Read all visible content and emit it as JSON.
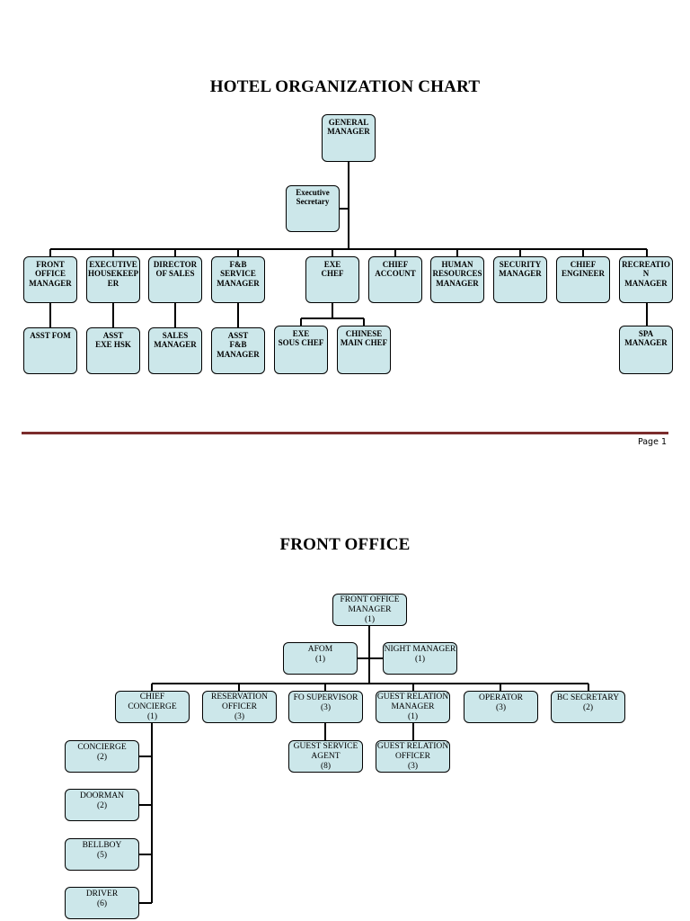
{
  "chart1": {
    "title": "HOTEL ORGANIZATION CHART",
    "nodes": {
      "gm": [
        "GENERAL",
        "MANAGER"
      ],
      "exec_sec": [
        "Executive",
        "Secretary"
      ],
      "fom": [
        "FRONT",
        "OFFICE",
        "MANAGER"
      ],
      "exe_hk": [
        "EXECUTIVE",
        "HOUSEKEEP",
        "ER"
      ],
      "dos": [
        "DIRECTOR",
        "OF SALES"
      ],
      "fb": [
        "F&B",
        "SERVICE",
        "MANAGER"
      ],
      "exe_chef": [
        "EXE",
        "CHEF"
      ],
      "chief_acc": [
        "CHIEF",
        "ACCOUNT"
      ],
      "hr": [
        "HUMAN",
        "RESOURCES",
        "MANAGER"
      ],
      "sec": [
        "SECURITY",
        "MANAGER"
      ],
      "eng": [
        "CHIEF",
        "ENGINEER"
      ],
      "rec": [
        "RECREATIO",
        "N",
        "MANAGER"
      ],
      "asst_fom": [
        "ASST FOM"
      ],
      "asst_hsk": [
        "ASST",
        "EXE HSK"
      ],
      "sales_mgr": [
        "SALES",
        "MANAGER"
      ],
      "asst_fb": [
        "ASST",
        "F&B",
        "MANAGER"
      ],
      "sous": [
        "EXE",
        "SOUS CHEF"
      ],
      "chinese": [
        "CHINESE",
        "MAIN CHEF"
      ],
      "spa": [
        "SPA",
        "MANAGER"
      ]
    }
  },
  "page_label": "Page 1",
  "chart2": {
    "title": "FRONT OFFICE",
    "nodes": {
      "fom": [
        "FRONT OFFICE",
        "MANAGER",
        "(1)"
      ],
      "afom": [
        "AFOM",
        "(1)"
      ],
      "night": [
        "NIGHT MANAGER",
        "(1)"
      ],
      "concierge_chief": [
        "CHIEF",
        "CONCIERGE",
        "(1)"
      ],
      "reservation": [
        "RESERVATION",
        "OFFICER",
        "(3)"
      ],
      "fo_sup": [
        "FO SUPERVISOR",
        "(3)"
      ],
      "grm": [
        "GUEST RELATION",
        "MANAGER",
        "(1)"
      ],
      "operator": [
        "OPERATOR",
        "(3)"
      ],
      "bc": [
        "BC SECRETARY",
        "(2)"
      ],
      "gsa": [
        "GUEST SERVICE",
        "AGENT",
        "(8)"
      ],
      "gro": [
        "GUEST RELATION",
        "OFFICER",
        "(3)"
      ],
      "concierge": [
        "CONCIERGE",
        "(2)"
      ],
      "doorman": [
        "DOORMAN",
        "(2)"
      ],
      "bellboy": [
        "BELLBOY",
        "(5)"
      ],
      "driver": [
        "DRIVER",
        "(6)"
      ]
    }
  },
  "colors": {
    "box_fill": "#cce7ea",
    "rule": "#7b2c2c"
  }
}
